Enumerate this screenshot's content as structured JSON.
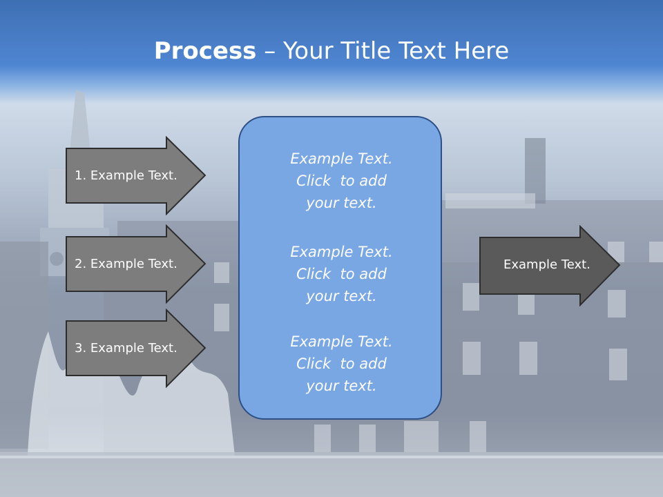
{
  "slide": {
    "title_bold": "Process",
    "title_rest": " – Your Title Text Here"
  },
  "steps": [
    {
      "label": "1. Example Text."
    },
    {
      "label": "2. Example Text."
    },
    {
      "label": "3. Example Text."
    }
  ],
  "center_box": {
    "blocks": [
      {
        "line1": "Example Text.",
        "line2": "Click  to add",
        "line3": "your text."
      },
      {
        "line1": "Example Text.",
        "line2": "Click  to add",
        "line3": "your text."
      },
      {
        "line1": "Example Text.",
        "line2": "Click  to add",
        "line3": "your text."
      }
    ]
  },
  "output": {
    "label": "Example Text."
  },
  "colors": {
    "header_blue": "#4a7fc6",
    "arrow_gray": "#7d7d7d",
    "arrow_dark": "#5a5a5a",
    "box_blue": "#78a7e3",
    "box_border": "#2c4f86"
  }
}
